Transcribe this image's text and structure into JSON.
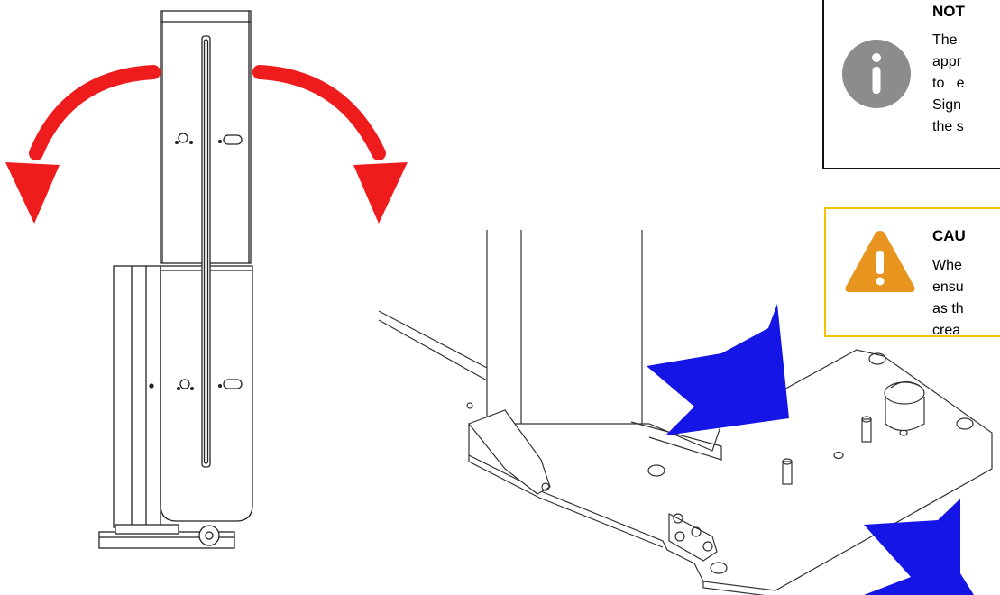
{
  "note": {
    "title": "NOT",
    "icon": "info-icon",
    "lines": [
      "The",
      "appr",
      "to   e",
      "Sign",
      "the s"
    ]
  },
  "caution": {
    "title": "CAU",
    "icon": "warning-icon",
    "lines": [
      "Whe",
      "ensu",
      "as th",
      "crea"
    ]
  },
  "colors": {
    "rotate_arrow": "#ee1c1c",
    "push_arrow": "#1515e6",
    "note_border": "#111111",
    "caution_border": "#f2c200",
    "info_icon": "#8c8c8c",
    "warning_icon": "#e8951f"
  }
}
